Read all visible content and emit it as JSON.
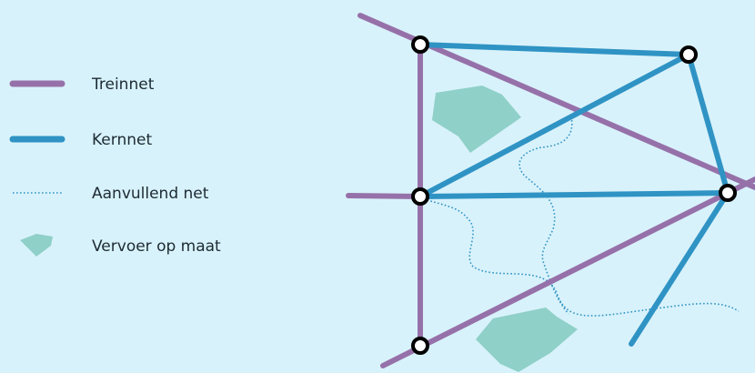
{
  "colors": {
    "background": "#d8f2fb",
    "train": "#9671a9",
    "core": "#2f93c4",
    "supplementary": "#2f93c4",
    "on_demand": "#8fd0c8",
    "node_fill": "#ffffff",
    "node_stroke": "#000000"
  },
  "legend": [
    {
      "key": "train",
      "label": "Treinnet",
      "symbol": "thick-line"
    },
    {
      "key": "core",
      "label": "Kernnet",
      "symbol": "thick-line"
    },
    {
      "key": "supplementary",
      "label": "Aanvullend net",
      "symbol": "dotted-line"
    },
    {
      "key": "on_demand",
      "label": "Vervoer op maat",
      "symbol": "polygon"
    }
  ]
}
